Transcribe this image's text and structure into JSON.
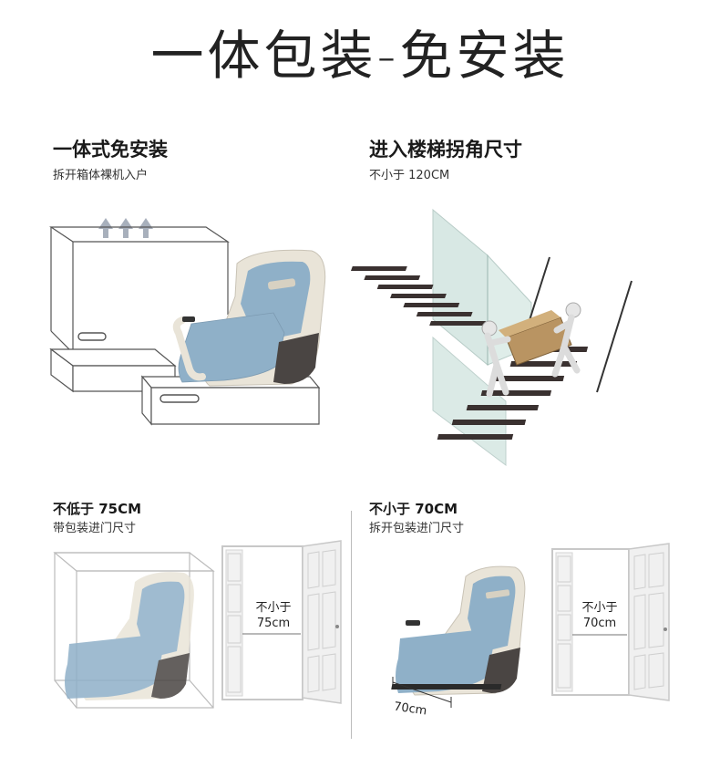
{
  "header": {
    "title": "一体包装-免安装"
  },
  "section_left": {
    "title": "一体式免安装",
    "subtitle": "拆开箱体裸机入户"
  },
  "section_right": {
    "title": "进入楼梯拐角尺寸",
    "subtitle": "不小于 120CM"
  },
  "block_left": {
    "title": "不低于 75CM",
    "subtitle": "带包装进门尺寸",
    "door_label_line1": "不小于",
    "door_label_line2": "75cm"
  },
  "block_right": {
    "title": "不小于 70CM",
    "subtitle": "拆开包装进门尺寸",
    "door_label_line1": "不小于",
    "door_label_line2": "70cm",
    "chair_width_label": "70cm"
  },
  "colors": {
    "chair_blue": "#8fb0c8",
    "chair_shell": "#e9e4d8",
    "chair_dark": "#4a4543",
    "door_frame": "#d8d8d8",
    "cardboard": "#b99462"
  }
}
